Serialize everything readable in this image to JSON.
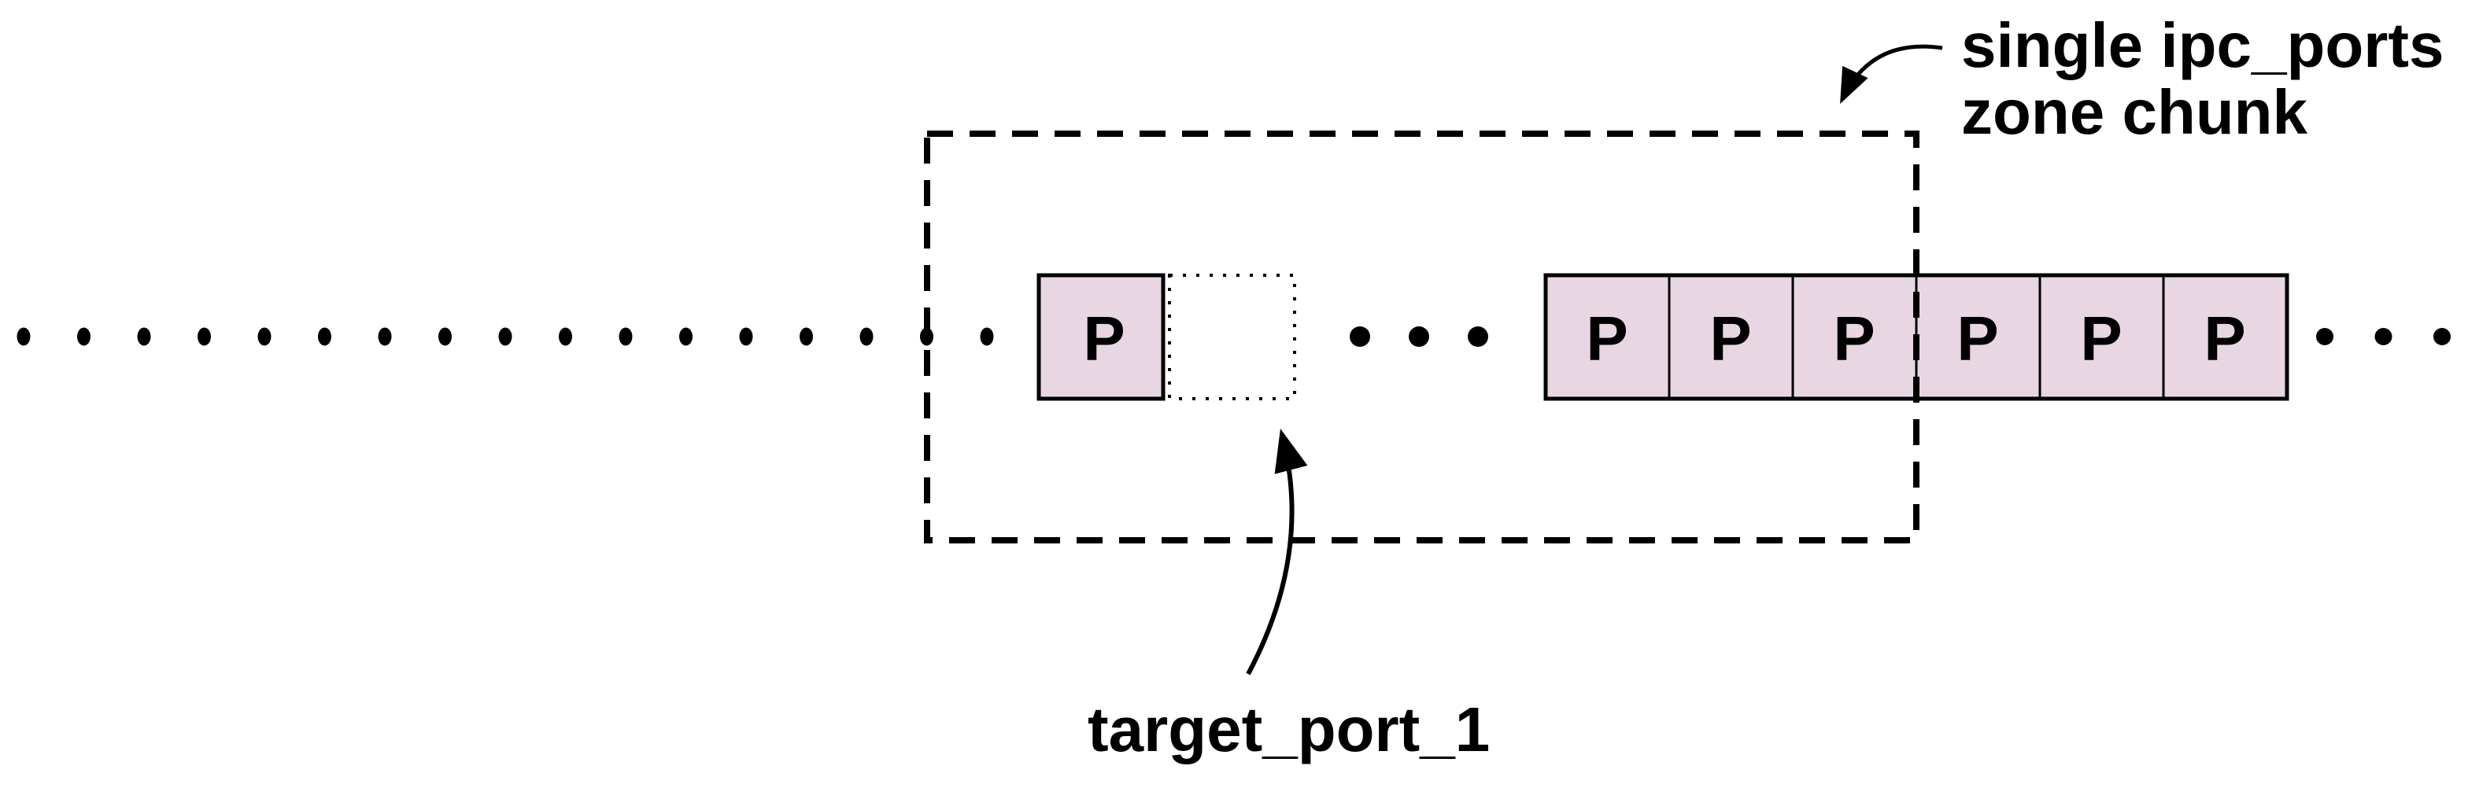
{
  "annotations": {
    "zone_chunk": {
      "line1": "single ipc_ports",
      "line2": "zone chunk"
    },
    "target_port": {
      "label": "target_port_1"
    }
  },
  "ports": {
    "single_port_label": "P",
    "row_cells": [
      {
        "label": "P"
      },
      {
        "label": "P"
      },
      {
        "label": "P"
      },
      {
        "label": "P"
      },
      {
        "label": "P"
      },
      {
        "label": "P"
      }
    ]
  },
  "ellipsis": {
    "left_dot_count": 17,
    "middle_dot_count": 3,
    "right_dot_count": 3
  },
  "colors": {
    "port_fill": "#e8d6e2",
    "stroke": "#000000",
    "background": "#ffffff"
  }
}
